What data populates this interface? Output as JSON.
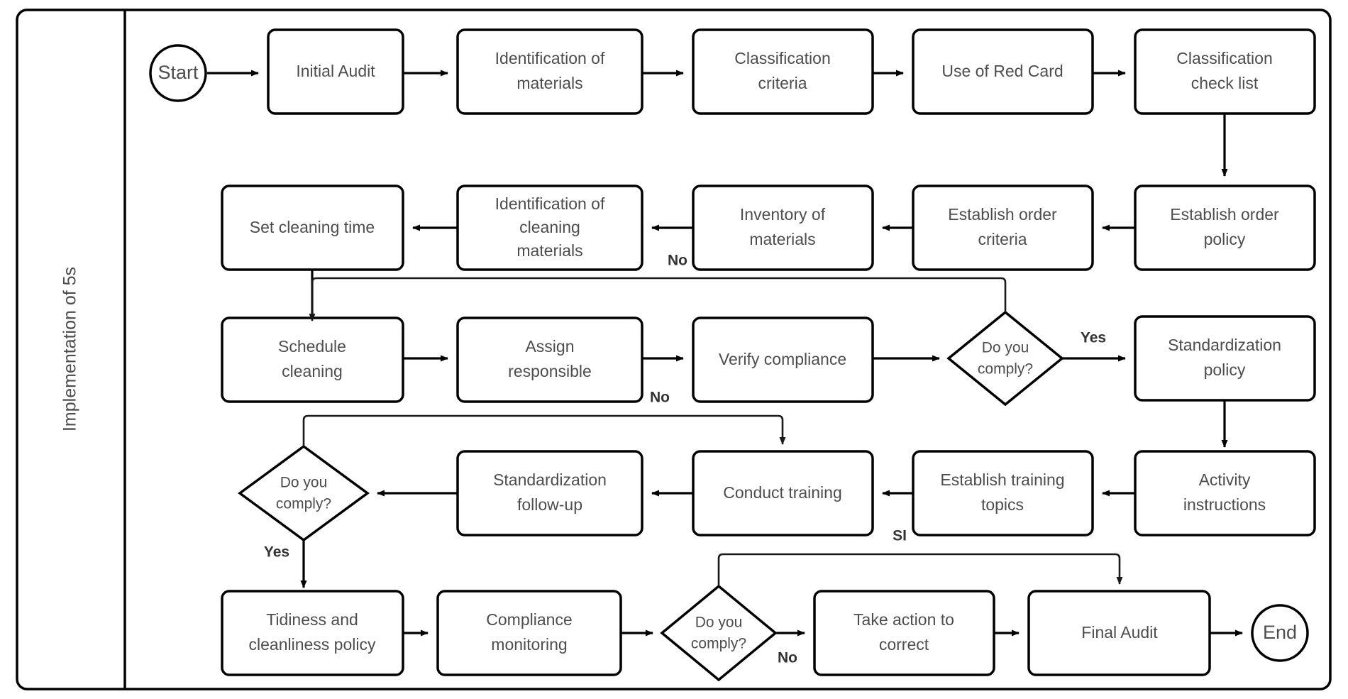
{
  "diagram": {
    "title": "Implementation of 5s",
    "lane_label": "Implementation of 5s",
    "type": "flowchart",
    "nodes": {
      "start": {
        "label": "Start",
        "shape": "circle"
      },
      "initial_audit": {
        "label": "Initial Audit",
        "shape": "process"
      },
      "identification_materials_l1": {
        "label": "Identification of",
        "label2": "materials",
        "shape": "process"
      },
      "classification_criteria": {
        "label": "Classification",
        "label2": "criteria",
        "shape": "process"
      },
      "use_red_card": {
        "label": "Use of Red Card",
        "shape": "process"
      },
      "classification_check_list": {
        "label": "Classification",
        "label2": "check list",
        "shape": "process"
      },
      "establish_order_policy": {
        "label": "Establish order",
        "label2": "policy",
        "shape": "process"
      },
      "establish_order_criteria": {
        "label": "Establish order",
        "label2": "criteria",
        "shape": "process"
      },
      "inventory_materials": {
        "label": "Inventory of",
        "label2": "materials",
        "shape": "process"
      },
      "identification_cleaning": {
        "label": "Identification of",
        "label2": "cleaning",
        "label3": "materials",
        "shape": "process"
      },
      "set_cleaning_time": {
        "label": "Set cleaning time",
        "shape": "process"
      },
      "schedule_cleaning": {
        "label": "Schedule",
        "label2": "cleaning",
        "shape": "process"
      },
      "assign_responsible": {
        "label": "Assign",
        "label2": "responsible",
        "shape": "process"
      },
      "verify_compliance": {
        "label": "Verify compliance",
        "shape": "process"
      },
      "decision_1": {
        "label": "Do you",
        "label2": "comply?",
        "shape": "decision"
      },
      "standardization_policy": {
        "label": "Standardization",
        "label2": "policy",
        "shape": "process"
      },
      "activity_instructions": {
        "label": "Activity",
        "label2": "instructions",
        "shape": "process"
      },
      "establish_training_topics": {
        "label": "Establish training",
        "label2": "topics",
        "shape": "process"
      },
      "conduct_training": {
        "label": "Conduct training",
        "shape": "process"
      },
      "standardization_followup": {
        "label": "Standardization",
        "label2": "follow-up",
        "shape": "process"
      },
      "decision_2": {
        "label": "Do you",
        "label2": "comply?",
        "shape": "decision"
      },
      "tidiness_policy": {
        "label": "Tidiness and",
        "label2": "cleanliness policy",
        "shape": "process"
      },
      "compliance_monitoring": {
        "label": "Compliance",
        "label2": "monitoring",
        "shape": "process"
      },
      "decision_3": {
        "label": "Do you",
        "label2": "comply?",
        "shape": "decision"
      },
      "take_action": {
        "label": "Take action to",
        "label2": "correct",
        "shape": "process"
      },
      "final_audit": {
        "label": "Final Audit",
        "shape": "process"
      },
      "end": {
        "label": "End",
        "shape": "circle"
      }
    },
    "edge_labels": {
      "no_1": "No",
      "yes_1": "Yes",
      "no_2": "No",
      "yes_2": "Yes",
      "si_3": "SI",
      "no_3": "No"
    },
    "colors": {
      "stroke": "#000000",
      "node_fill": "#ffffff",
      "text": "#4d4d4d",
      "background": "#ffffff"
    }
  }
}
